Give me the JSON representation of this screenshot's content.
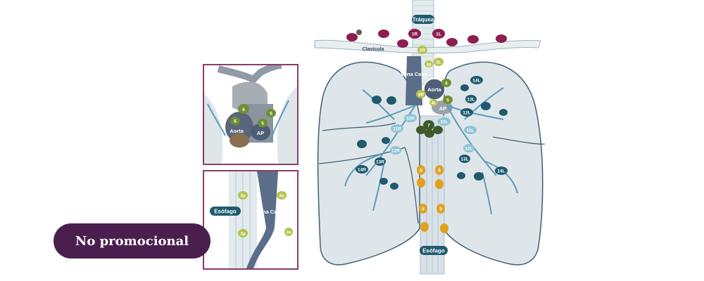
{
  "badge": {
    "label": "No promocional"
  },
  "labels": {
    "trachea": "Tráquea",
    "clavicle": "Clavícula",
    "esophagus": "Esófago",
    "vena_cava": "Vena Cava",
    "aorta": "Aorta",
    "ap": "AP"
  },
  "nodes": {
    "n1r": "1R",
    "n1l": "1L",
    "n2r": "2R",
    "n2l": "2L",
    "n3a": "3a",
    "n3p": "3p",
    "n4r": "4R",
    "n4l": "4L",
    "n5": "5",
    "n6": "6",
    "n7": "7",
    "n8": "8",
    "n9": "9",
    "n10r": "10R",
    "n10l": "10L",
    "n11r": "11R",
    "n11l": "11L",
    "n12r": "12R",
    "n12l": "12L",
    "n13r": "13R",
    "n13l": "13L",
    "n14r": "14R",
    "n14l": "14L"
  },
  "colors": {
    "badge": "#4a1f4f",
    "lung": "#dfe6ea",
    "lung_outline": "#3f5f73",
    "vessel": "#5a6e8a",
    "airway_branch": "#5c9cba",
    "node_supraclavicular": "#8c1f4f",
    "node_upper": "#b5c24a",
    "node_aortic": "#6f8f2f",
    "node_hilar": "#1f5a6e",
    "node_interlobar": "#8ec4d6",
    "node_lower": "#e0a21d",
    "inset_border": "#8c3b62"
  }
}
